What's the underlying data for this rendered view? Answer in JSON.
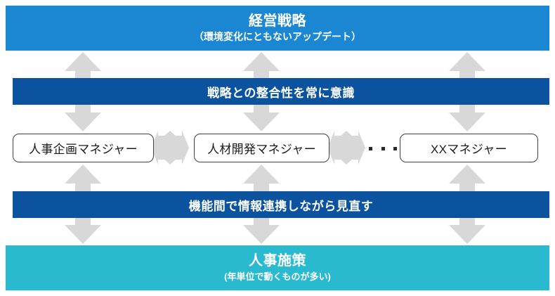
{
  "diagram": {
    "type": "flow-diagram",
    "bands": {
      "strategy": {
        "title": "経営戦略",
        "subtitle": "（環境変化にともないアップデート）",
        "color": "#1b87d3"
      },
      "policy": {
        "title": "人事施策",
        "subtitle": "(年単位で動くものが多い)",
        "color": "#29bad0"
      }
    },
    "bars": {
      "top": {
        "label": "戦略との整合性を常に意識",
        "color": "#0b539f"
      },
      "bottom": {
        "label": "機能間で情報連携しながら見直す",
        "color": "#0b539f"
      }
    },
    "managers": [
      {
        "label": "人事企画マネジャー"
      },
      {
        "label": "人材開発マネジャー"
      },
      {
        "label": "XXマネジャー"
      }
    ],
    "ellipsis": "・・・",
    "arrow_color": "#d8d8d8"
  }
}
